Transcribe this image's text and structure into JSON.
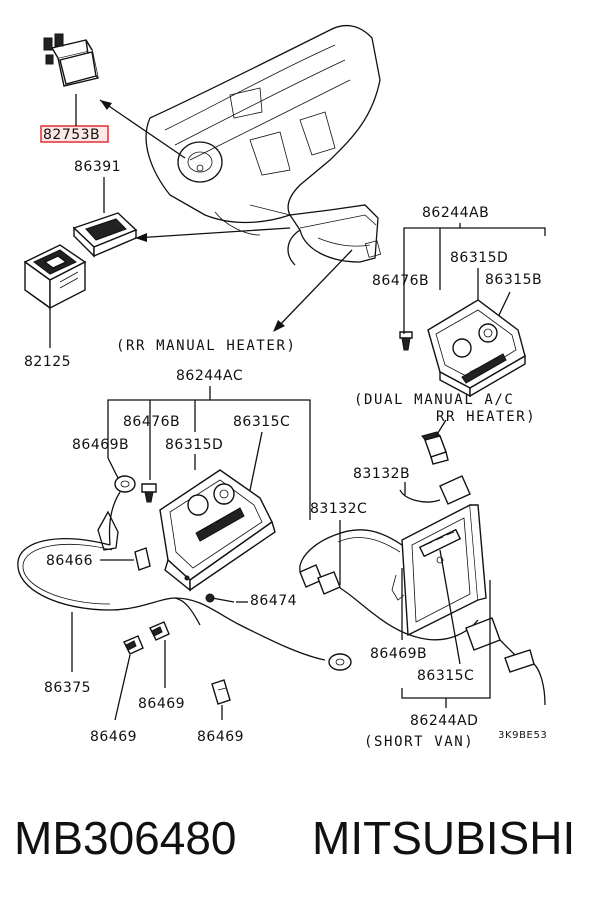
{
  "labels": {
    "p82753b": "82753B",
    "p86391": "86391",
    "p82125": "82125",
    "p86244ab": "86244AB",
    "p86315d_top": "86315D",
    "p86476b_top": "86476B",
    "p86315b": "86315B",
    "rr_manual_heater": "(RR MANUAL HEATER)",
    "p86244ac": "86244AC",
    "p86476b_mid": "86476B",
    "p86315c_mid": "86315C",
    "p86469b_left": "86469B",
    "p86315d_mid": "86315D",
    "dual_manual_1": "(DUAL MANUAL A/C",
    "dual_manual_2": "RR HEATER)",
    "p83132b": "83132B",
    "p83132c": "83132C",
    "p86466": "86466",
    "p86474": "86474",
    "p86469b_right": "86469B",
    "p86315c_right": "86315C",
    "p86375": "86375",
    "p86469_a": "86469",
    "p86469_b": "86469",
    "p86469_c": "86469",
    "p86244ad": "86244AD",
    "short_van": "(SHORT VAN)",
    "drawing_code": "3K9BE53"
  },
  "footer": {
    "part_number": "MB306480",
    "brand": "MITSUBISHI"
  },
  "colors": {
    "highlight_box": "#e03030",
    "ink": "#111111"
  }
}
